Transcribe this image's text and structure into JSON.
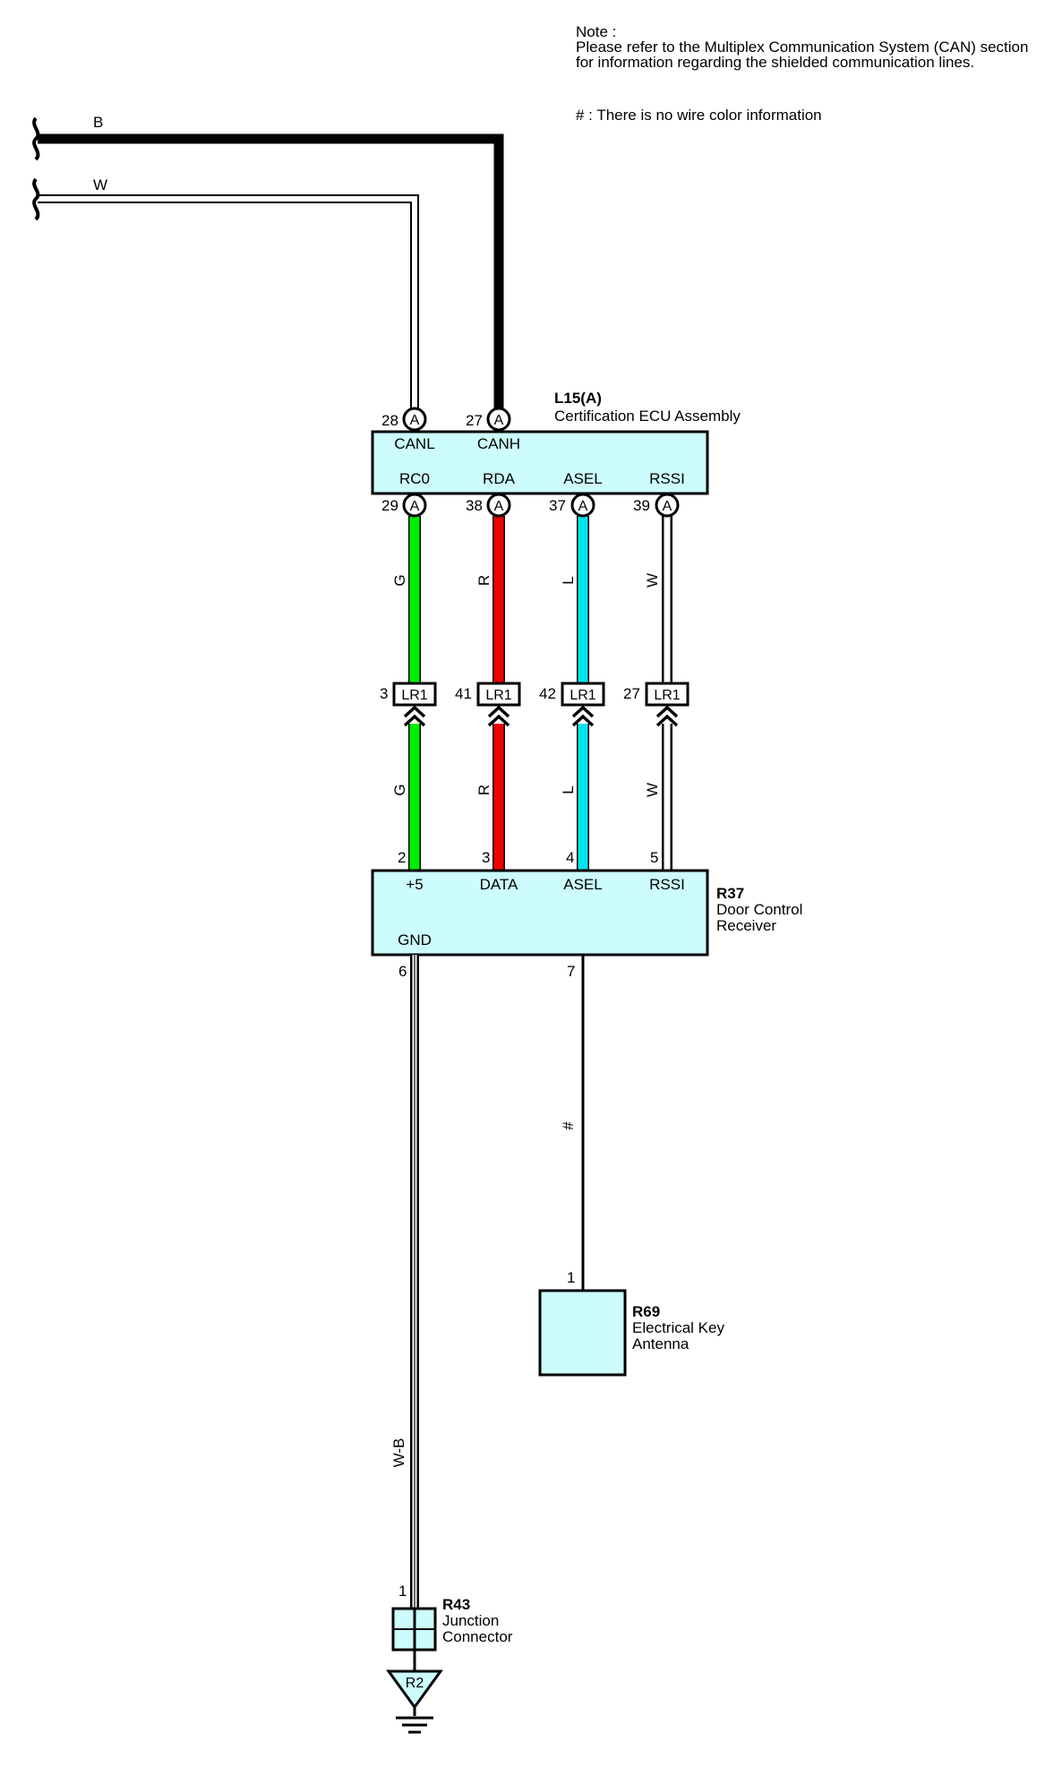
{
  "notes": {
    "note_label": "Note :",
    "note_line1": "Please refer to the Multiplex Communication System (CAN) section",
    "note_line2": "for information regarding the shielded communication lines.",
    "legend": "# : There is no wire color information"
  },
  "top_wires": {
    "b_label": "B",
    "w_label": "W"
  },
  "l15": {
    "id": "L15(A)",
    "name": "Certification ECU Assembly",
    "connector_code": "A",
    "top_pins": [
      {
        "num": "28",
        "name": "CANL"
      },
      {
        "num": "27",
        "name": "CANH"
      }
    ],
    "bottom_pins": [
      {
        "num": "29",
        "name": "RC0"
      },
      {
        "num": "38",
        "name": "RDA"
      },
      {
        "num": "37",
        "name": "ASEL"
      },
      {
        "num": "39",
        "name": "RSSI"
      }
    ]
  },
  "wires": [
    {
      "color_code": "G",
      "color": "#00ee00",
      "lr_pin": "3",
      "r37_pin": "2"
    },
    {
      "color_code": "R",
      "color": "#ee0000",
      "lr_pin": "41",
      "r37_pin": "3"
    },
    {
      "color_code": "L",
      "color": "#00e5ee",
      "lr_pin": "42",
      "r37_pin": "4"
    },
    {
      "color_code": "W",
      "color": "#ffffff",
      "lr_pin": "27",
      "r37_pin": "5"
    }
  ],
  "lr1": {
    "label": "LR1"
  },
  "r37": {
    "id": "R37",
    "name_line1": "Door Control",
    "name_line2": "Receiver",
    "top_pins": [
      "+5",
      "DATA",
      "ASEL",
      "RSSI"
    ],
    "gnd_label": "GND",
    "gnd_pin": "6",
    "out_pin": "7"
  },
  "wire_7_label": "#",
  "wire_gnd_label": "W-B",
  "r69": {
    "id": "R69",
    "name_line1": "Electrical Key",
    "name_line2": "Antenna",
    "pin": "1"
  },
  "r43": {
    "id": "R43",
    "name_line1": "Junction",
    "name_line2": "Connector",
    "pin": "1"
  },
  "ground": {
    "id": "R2"
  }
}
